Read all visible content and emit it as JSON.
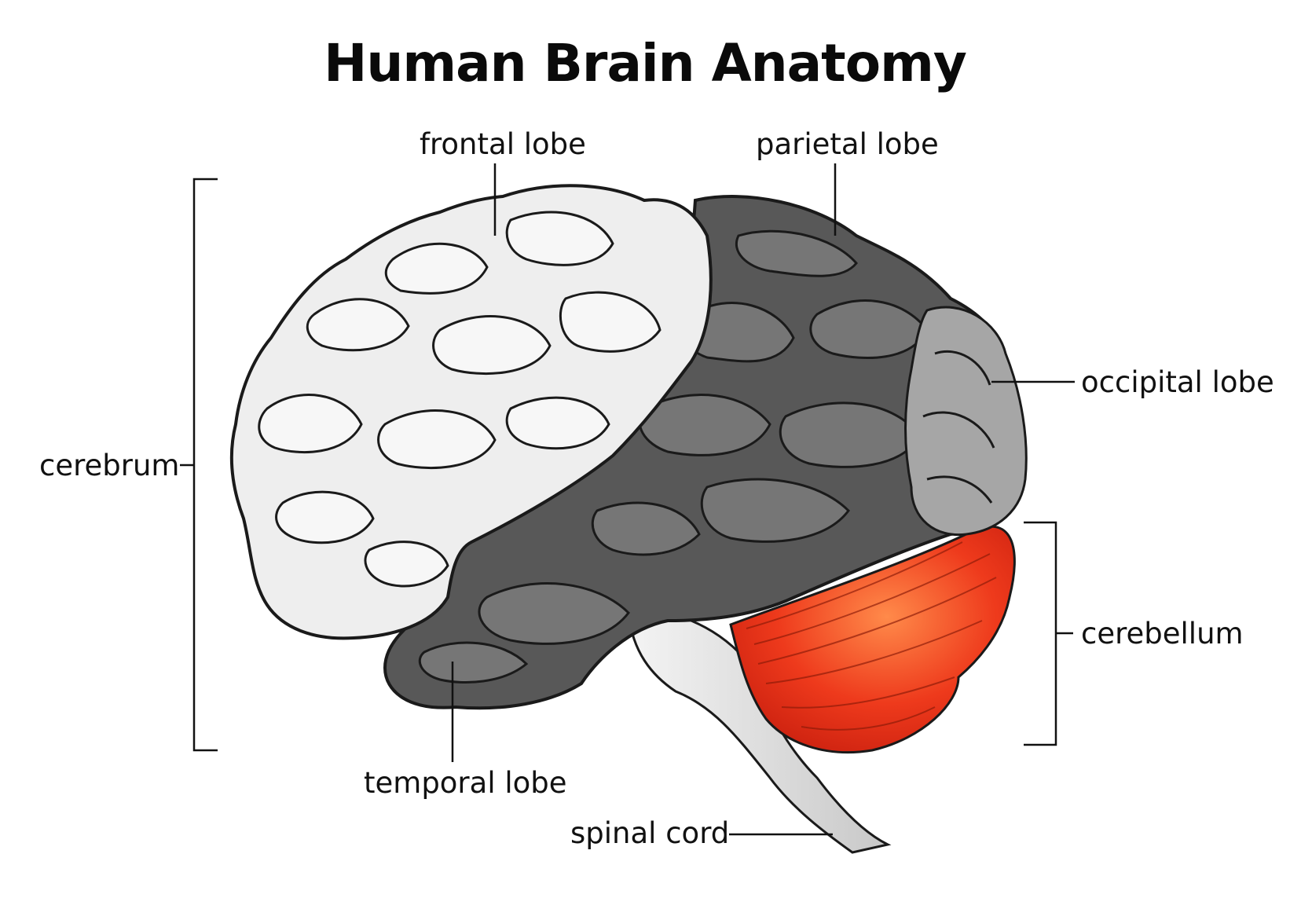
{
  "title": "Human Brain Anatomy",
  "labels": {
    "frontal_lobe": "frontal lobe",
    "parietal_lobe": "parietal lobe",
    "occipital_lobe": "occipital lobe",
    "cerebrum": "cerebrum",
    "cerebellum": "cerebellum",
    "temporal_lobe": "temporal lobe",
    "spinal_cord": "spinal cord"
  },
  "colors": {
    "frontal_lobe": "#efefef",
    "parietal_temporal_region": "#5a5a5a",
    "occipital_lobe": "#a9a9a9",
    "cerebellum": "#e8361c",
    "brain_stem": "#dcdcdc",
    "outline": "#1a1a1a"
  }
}
